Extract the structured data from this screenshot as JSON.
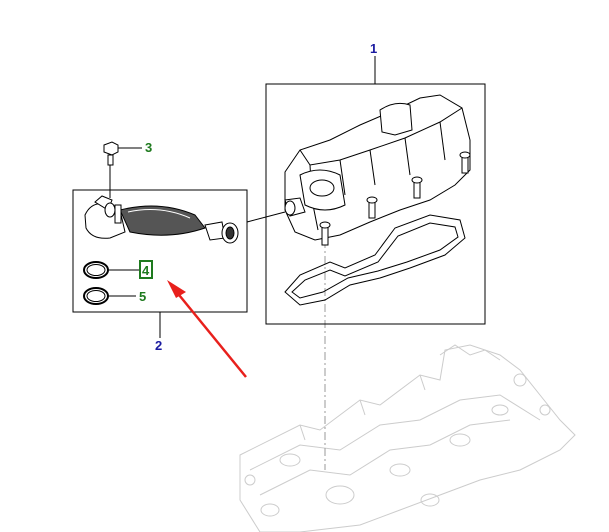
{
  "callouts": {
    "c1": "1",
    "c2": "2",
    "c3": "3",
    "c4": "4",
    "c5": "5"
  },
  "colors": {
    "assembly_label": "#1a1aa0",
    "part_label": "#1e7a1e",
    "highlight_box": "#1e7a1e",
    "arrow": "#e8201c",
    "line": "#000000",
    "ghost": "#c8c8c8"
  },
  "highlighted_part": "4"
}
